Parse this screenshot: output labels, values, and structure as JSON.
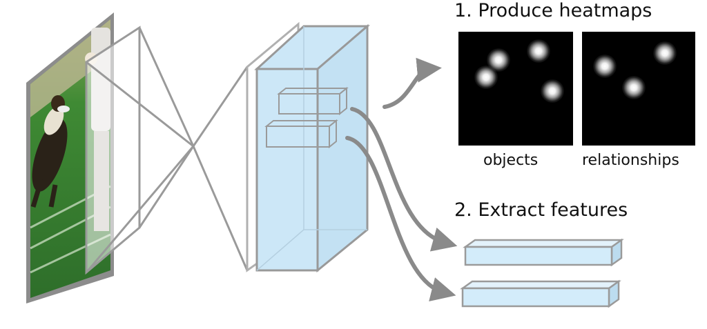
{
  "steps": {
    "produce_heatmaps": "1. Produce heatmaps",
    "extract_features": "2. Extract features"
  },
  "heatmaps": [
    {
      "label": "objects",
      "peaks": [
        [
          0.35,
          0.25
        ],
        [
          0.7,
          0.17
        ],
        [
          0.24,
          0.4
        ],
        [
          0.82,
          0.52
        ]
      ]
    },
    {
      "label": "relationships",
      "peaks": [
        [
          0.2,
          0.3
        ],
        [
          0.73,
          0.19
        ],
        [
          0.46,
          0.49
        ]
      ]
    }
  ],
  "colors": {
    "outline": "#999999",
    "arrow": "#8a8a8a",
    "volume_fill": "#cce7f7",
    "feature_fill": "#d3ecfa"
  },
  "icons": {
    "input_image": "photo-of-dog-catching-frisbee",
    "flow_arrows": "curved-arrow"
  }
}
